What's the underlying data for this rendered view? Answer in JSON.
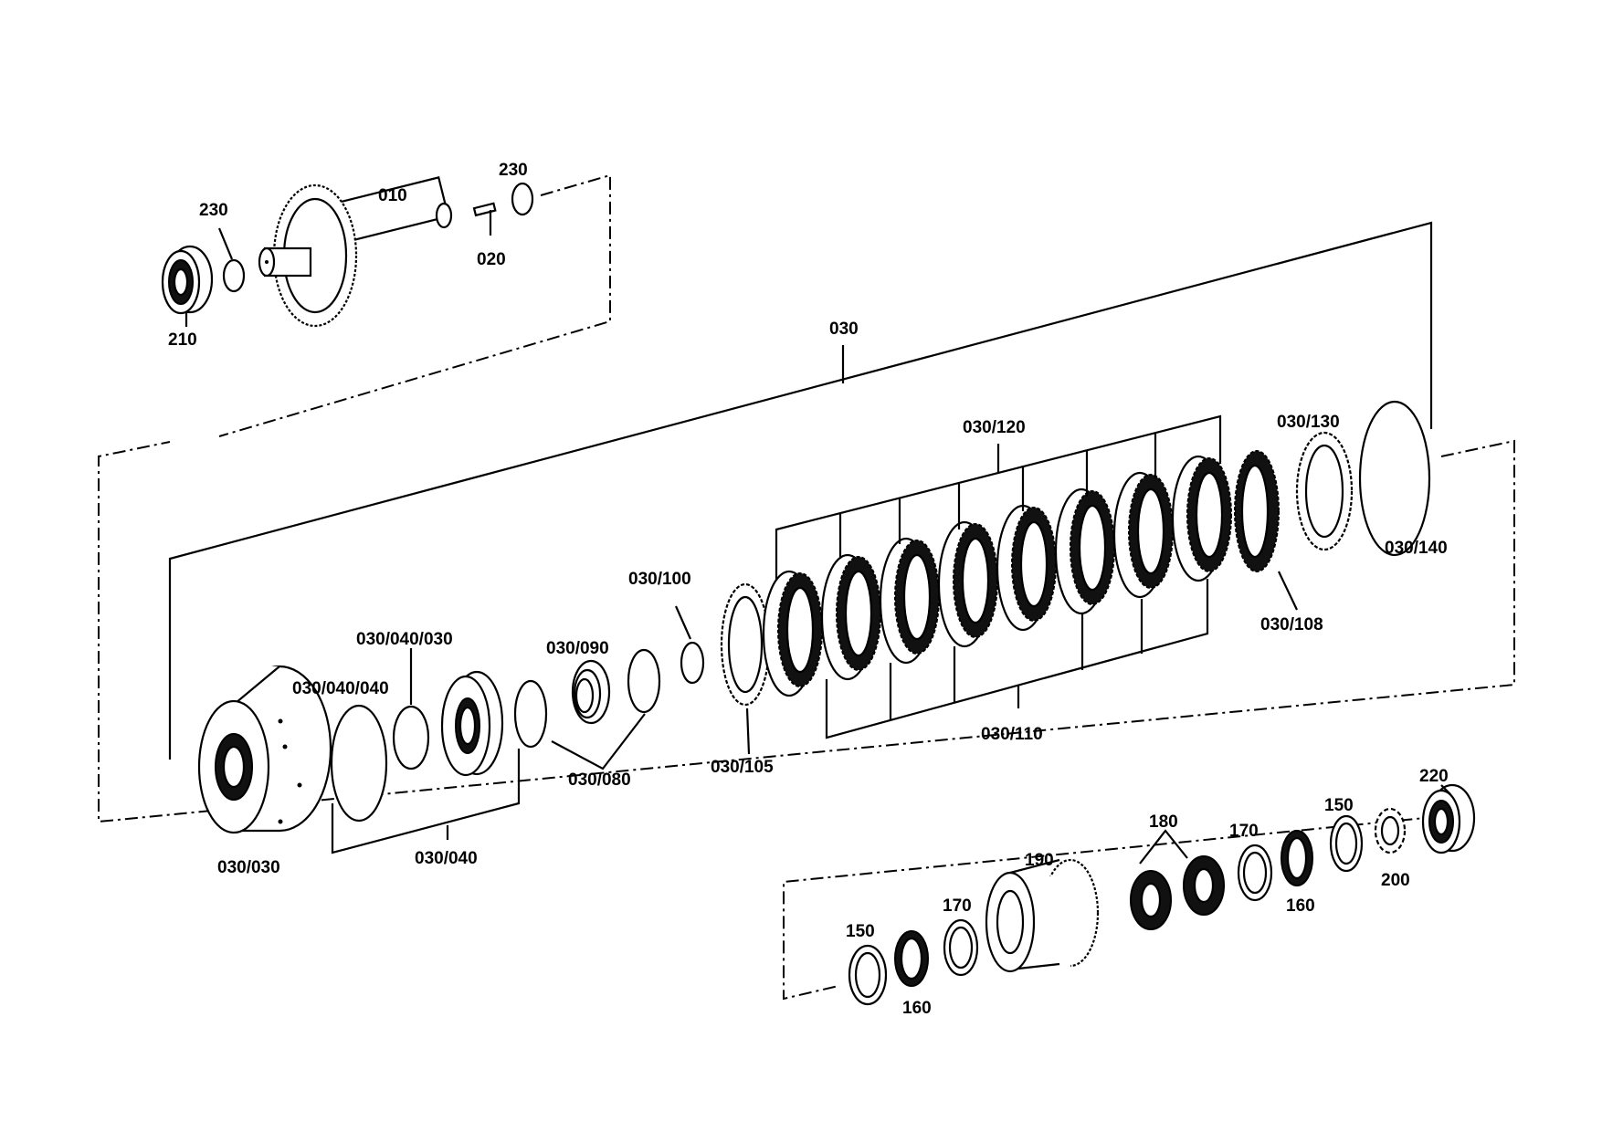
{
  "labels": {
    "p230a": "230",
    "p230b": "230",
    "p010": "010",
    "p020": "020",
    "p210": "210",
    "p030": "030",
    "p030_120": "030/120",
    "p030_130": "030/130",
    "p030_140": "030/140",
    "p030_108": "030/108",
    "p030_100": "030/100",
    "p030_090": "030/090",
    "p030_040_030": "030/040/030",
    "p030_040_040": "030/040/040",
    "p030_030": "030/030",
    "p030_040": "030/040",
    "p030_080": "030/080",
    "p030_105": "030/105",
    "p030_110": "030/110",
    "p220": "220",
    "p150a": "150",
    "p150b": "150",
    "p160a": "160",
    "p160b": "160",
    "p170a": "170",
    "p170b": "170",
    "p180": "180",
    "p190": "190",
    "p200": "200"
  }
}
